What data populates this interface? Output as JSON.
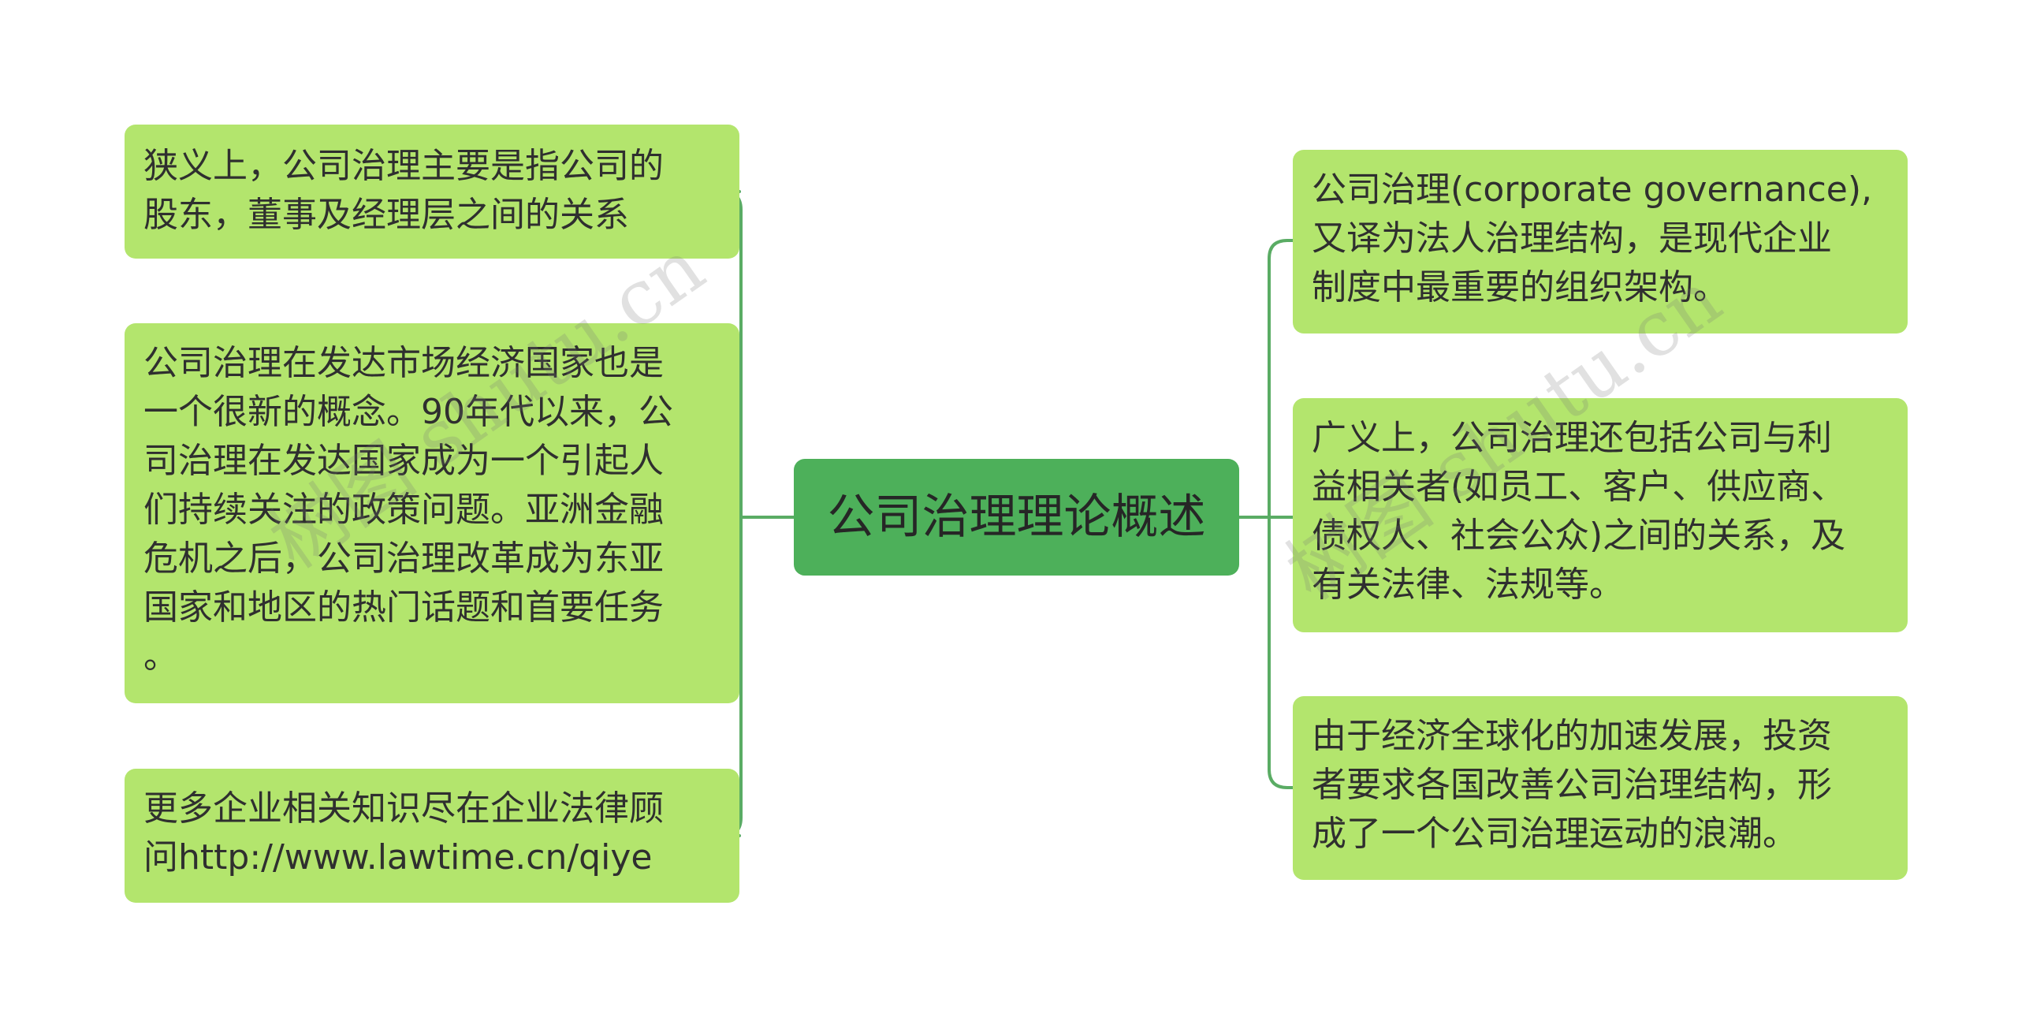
{
  "mindmap": {
    "central": {
      "label": "公司治理理论概述"
    },
    "left_topics": [
      {
        "text": "狭义上，公司治理主要是指公司的\n股东，董事及经理层之间的关系"
      },
      {
        "text": "公司治理在发达市场经济国家也是\n一个很新的概念。90年代以来，公\n司治理在发达国家成为一个引起人\n们持续关注的政策问题。亚洲金融\n危机之后，公司治理改革成为东亚\n国家和地区的热门话题和首要任务\n。"
      },
      {
        "text": "更多企业相关知识尽在企业法律顾\n问http://www.lawtime.cn/qiye"
      }
    ],
    "right_topics": [
      {
        "text": "公司治理(corporate governance),\n又译为法人治理结构，是现代企业\n制度中最重要的组织架构。"
      },
      {
        "text": "广义上，公司治理还包括公司与利\n益相关者(如员工、客户、供应商、\n债权人、社会公众)之间的关系，及\n有关法律、法规等。"
      },
      {
        "text": "由于经济全球化的加速发展，投资\n者要求各国改善公司治理结构，形\n成了一个公司治理运动的浪潮。"
      }
    ],
    "watermarks": [
      {
        "text": "树图 shutu.cn"
      },
      {
        "text": "树图 shutu.cn"
      }
    ]
  },
  "colors": {
    "central_fill": "#4db05a",
    "topic_fill": "#b3e56d",
    "connector": "#5aac64",
    "text": "#2f2f2f"
  }
}
